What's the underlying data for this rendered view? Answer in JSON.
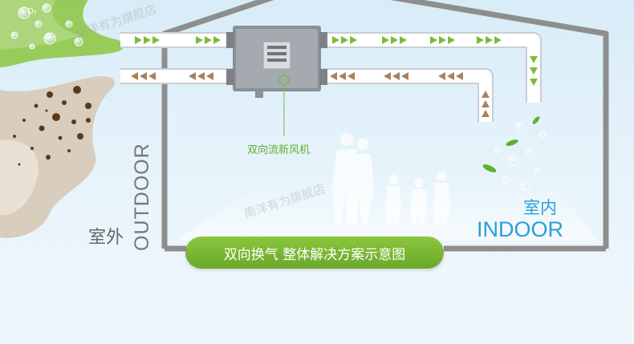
{
  "device": {
    "label": "双向流新风机"
  },
  "indoor": {
    "cn": "室内",
    "en": "INDOOR"
  },
  "outdoor": {
    "cn": "室外",
    "en": "OUTDOOR"
  },
  "banner": {
    "text": "双向换气 整体解决方案示意图"
  },
  "watermark": {
    "text": "南洋有为旗舰店"
  },
  "oxygen": {
    "symbol": "O₂"
  },
  "colors": {
    "fresh_arrow": "#7dbb3a",
    "exhaust_arrow": "#a8825a",
    "accent_green": "#6aa82a",
    "indoor_blue": "#2a9fd8"
  },
  "icons": {
    "fresh_air": "green-right-triangle",
    "exhaust_air": "brown-left-triangle"
  }
}
